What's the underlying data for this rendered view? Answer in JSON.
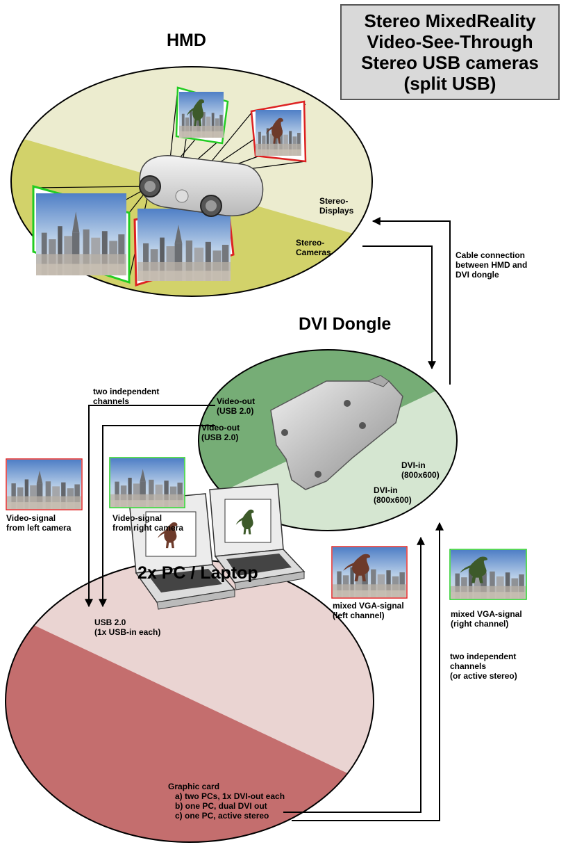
{
  "title": {
    "lines": [
      "Stereo MixedReality",
      "Video-See-Through",
      "Stereo USB cameras",
      "(split USB)"
    ]
  },
  "hmd": {
    "heading": "HMD",
    "stereo_displays": "Stereo-\nDisplays",
    "stereo_cameras": "Stereo-\nCameras"
  },
  "cable_note": "Cable connection\nbetween HMD and\nDVI dongle",
  "dongle": {
    "heading": "DVI Dongle",
    "video_out_1": "Video-out\n(USB 2.0)",
    "video_out_2": "Video-out\n(USB 2.0)",
    "dvi_in_1": "DVI-in\n(800x600)",
    "dvi_in_2": "DVI-in\n(800x600)"
  },
  "two_channels_top": "two independent\nchannels",
  "video_signal_left": "Video-signal\nfrom left camera",
  "video_signal_right": "Video-signal\nfrom right camera",
  "pc": {
    "heading": "2x PC / Laptop",
    "usb": "USB 2.0\n(1x USB-in each)",
    "graphic_card": "Graphic card\n   a) two PCs, 1x DVI-out each\n   b) one PC, dual DVI out\n   c) one PC, active stereo"
  },
  "mixed_left": "mixed VGA-signal\n(left channel)",
  "mixed_right": "mixed VGA-signal\n(right channel)",
  "two_channels_bottom": "two independent\nchannels\n(or active stereo)",
  "colors": {
    "hmd_light": "#ececcf",
    "hmd_dark": "#d2d26a",
    "dongle_dark": "#76ad76",
    "dongle_light": "#d5e6d1",
    "pc_light": "#ead4d2",
    "pc_dark": "#c46e6e",
    "title_bg": "#d9d9d9",
    "frame_left": "#22cc22",
    "frame_right": "#dd2222"
  }
}
